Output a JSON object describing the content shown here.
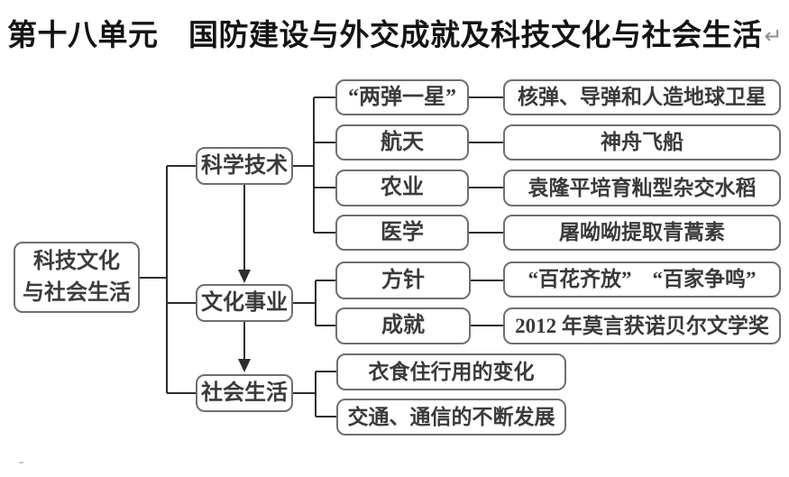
{
  "title": {
    "text": "第十八单元　国防建设与外交成就及科技文化与社会生活",
    "return_mark": "↵"
  },
  "colors": {
    "line": "#2d2d2d",
    "box_border": "#6f6f6f",
    "title_text": "#141414",
    "box_text": "#3a3a3a",
    "return_mark": "#8f8f8f"
  },
  "diagram": {
    "root": {
      "label": "科技文化与社会生活",
      "lines": [
        "科技文化",
        "与社会生活"
      ]
    },
    "branches": [
      {
        "label": "科学技术",
        "children": [
          {
            "label": "“两弹一星”",
            "detail": "核弹、导弹和人造地球卫星"
          },
          {
            "label": "航天",
            "detail": "神舟飞船"
          },
          {
            "label": "农业",
            "detail": "袁隆平培育籼型杂交水稻"
          },
          {
            "label": "医学",
            "detail": "屠呦呦提取青蒿素"
          }
        ]
      },
      {
        "label": "文化事业",
        "children": [
          {
            "label": "方针",
            "detail": "“百花齐放”　“百家争鸣”"
          },
          {
            "label": "成就",
            "detail": "2012 年莫言获诺贝尔文学奖"
          }
        ]
      },
      {
        "label": "社会生活",
        "children": [
          {
            "detail": "衣食住行用的变化"
          },
          {
            "detail": "交通、通信的不断发展"
          }
        ]
      }
    ]
  }
}
